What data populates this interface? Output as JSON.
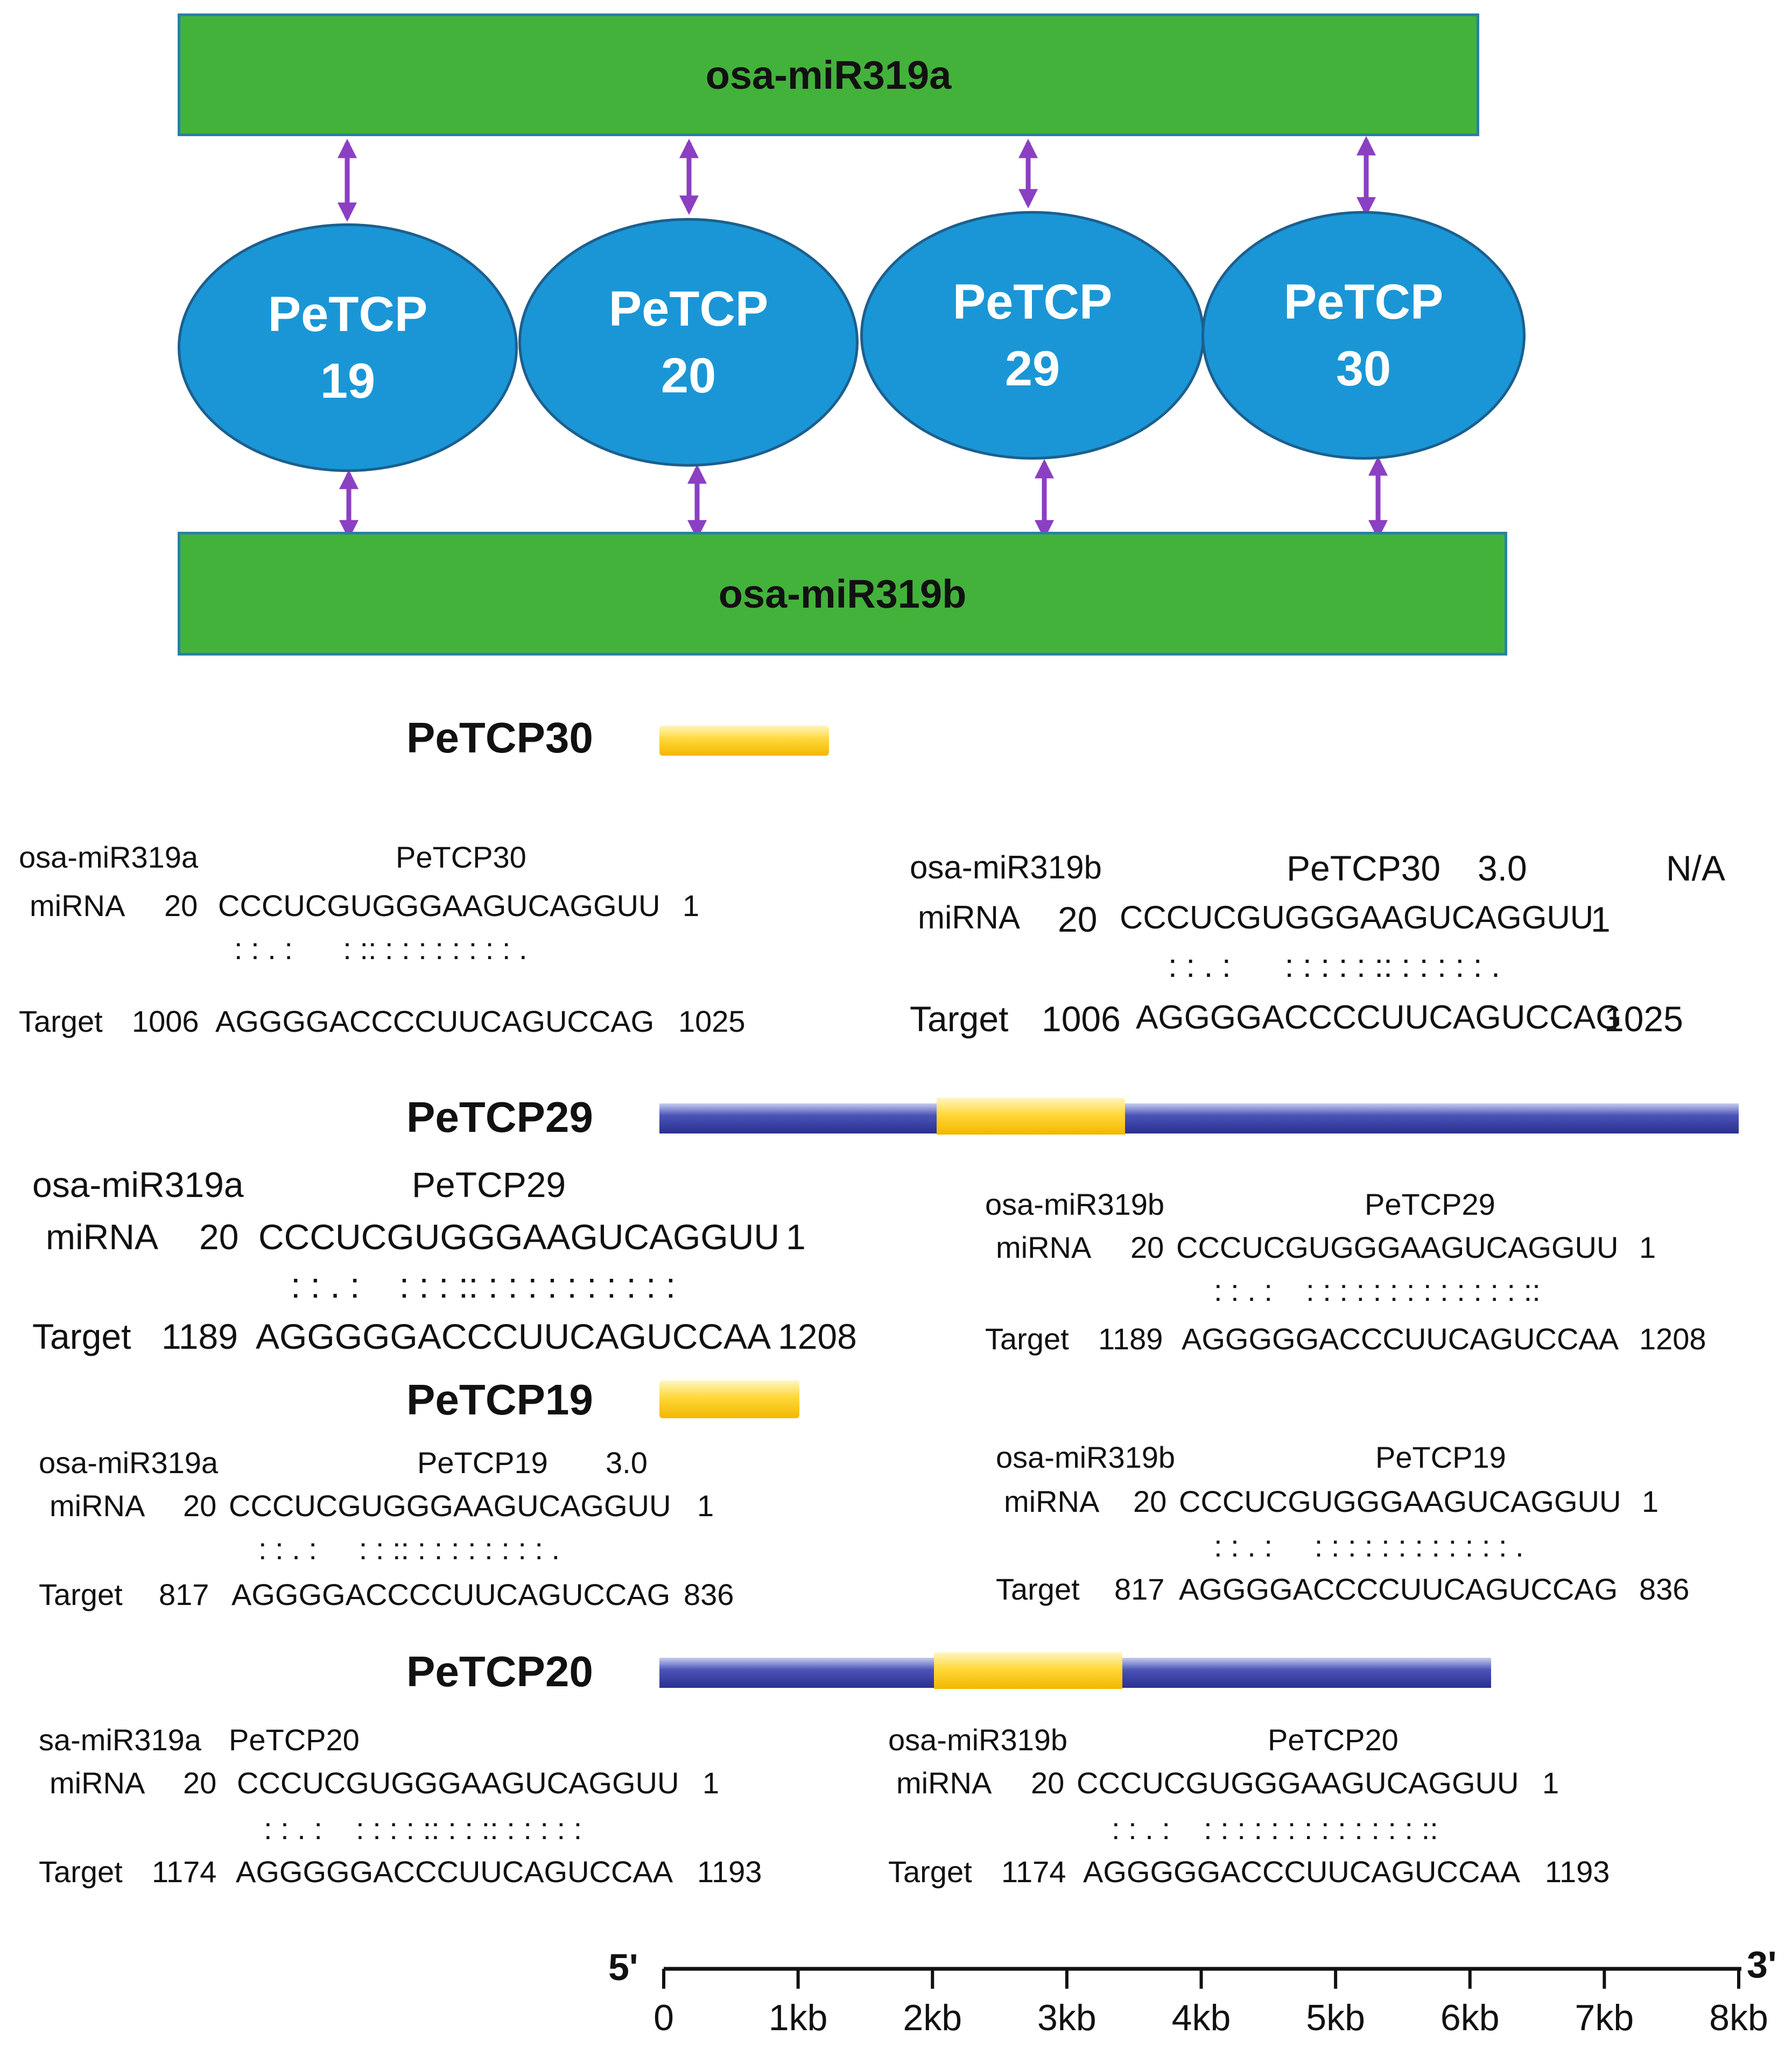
{
  "network": {
    "mirna_top": "osa-miR319a",
    "mirna_bottom": "osa-miR319b",
    "nodes": [
      {
        "name": "PeTCP",
        "number": "19"
      },
      {
        "name": "PeTCP",
        "number": "20"
      },
      {
        "name": "PeTCP",
        "number": "29"
      },
      {
        "name": "PeTCP",
        "number": "30"
      }
    ],
    "arrow_color": "#8b3fc2"
  },
  "colors": {
    "mirna_bar": "#43b23b",
    "node": "#1a96d6",
    "exon": "#ffd83a",
    "gene_body": "#2a2f8f"
  },
  "genes": [
    {
      "title": "PeTCP30",
      "left": {
        "mirna": "osa-miR319a",
        "target": "PeTCP30",
        "score": "",
        "extra": "",
        "mirna_label": "miRNA",
        "mirna_start": "20",
        "mirna_seq": "CCCUCGUGGGAAGUCAGGUU",
        "mirna_end": "1",
        "match": ": : . :      : :: : : : : : : : : .",
        "target_label": "Target",
        "target_start": "1006",
        "target_seq": "AGGGGACCCCUUCAGUCCAG",
        "target_end": "1025"
      },
      "right": {
        "mirna": "osa-miR319b",
        "target": "PeTCP30",
        "score": "3.0",
        "extra": "N/A",
        "mirna_label": "miRNA",
        "mirna_start": "20",
        "mirna_seq": "CCCUCGUGGGAAGUCAGGUU",
        "mirna_end": "1",
        "match": ": : . :      : : : : : :: : : : : : .",
        "target_label": "Target",
        "target_start": "1006",
        "target_seq": "AGGGGACCCCUUCAGUCCAG",
        "target_end": "1025"
      }
    },
    {
      "title": "PeTCP29",
      "left": {
        "mirna": "osa-miR319a",
        "target": "PeTCP29",
        "score": "",
        "extra": "",
        "mirna_label": "miRNA",
        "mirna_start": "20",
        "mirna_seq": "CCCUCGUGGGAAGUCAGGUU",
        "mirna_end": "1",
        "match": ": : . :    : : : :: : : : : : : : : : :",
        "target_label": "Target",
        "target_start": "1189",
        "target_seq": "AGGGGGACCCUUCAGUCCAA",
        "target_end": "1208"
      },
      "right": {
        "mirna": "osa-miR319b",
        "target": "PeTCP29",
        "score": "",
        "extra": "",
        "mirna_label": "miRNA",
        "mirna_start": "20",
        "mirna_seq": "CCCUCGUGGGAAGUCAGGUU",
        "mirna_end": "1",
        "match": ": : . :    : : : : : : : : : : : : : ::",
        "target_label": "Target",
        "target_start": "1189",
        "target_seq": "AGGGGGACCCUUCAGUCCAA",
        "target_end": "1208"
      }
    },
    {
      "title": "PeTCP19",
      "left": {
        "mirna": "osa-miR319a",
        "target": "PeTCP19",
        "score": "3.0",
        "extra": "",
        "mirna_label": "miRNA",
        "mirna_start": "20",
        "mirna_seq": "CCCUCGUGGGAAGUCAGGUU",
        "mirna_end": "1",
        "match": ": : . :     : : :: : : : : : : : : .",
        "target_label": "Target",
        "target_start": "817",
        "target_seq": "AGGGGACCCCUUCAGUCCAG",
        "target_end": "836"
      },
      "right": {
        "mirna": "osa-miR319b",
        "target": "PeTCP19",
        "score": "",
        "extra": "",
        "mirna_label": "miRNA",
        "mirna_start": "20",
        "mirna_seq": "CCCUCGUGGGAAGUCAGGUU",
        "mirna_end": "1",
        "match": ": : . :     : : : : : : : : : : : : .",
        "target_label": "Target",
        "target_start": "817",
        "target_seq": "AGGGGACCCCUUCAGUCCAG",
        "target_end": "836"
      }
    },
    {
      "title": "PeTCP20",
      "left": {
        "mirna": "sa-miR319a",
        "target": "PeTCP20",
        "score": "",
        "extra": "",
        "mirna_label": "miRNA",
        "mirna_start": "20",
        "mirna_seq": "CCCUCGUGGGAAGUCAGGUU",
        "mirna_end": "1",
        "match": ": : . :    : : : : :: : : :: : : : : :",
        "target_label": "Target",
        "target_start": "1174",
        "target_seq": "AGGGGGACCCUUCAGUCCAA",
        "target_end": "1193"
      },
      "right": {
        "mirna": "osa-miR319b",
        "target": "PeTCP20",
        "score": "",
        "extra": "",
        "mirna_label": "miRNA",
        "mirna_start": "20",
        "mirna_seq": "CCCUCGUGGGAAGUCAGGUU",
        "mirna_end": "1",
        "match": ": : . :    : : : : : : : : : : : : : ::",
        "target_label": "Target",
        "target_start": "1174",
        "target_seq": "AGGGGGACCCUUCAGUCCAA",
        "target_end": "1193"
      }
    }
  ],
  "scale": {
    "five_prime": "5'",
    "three_prime": "3'",
    "ticks": [
      "0",
      "1kb",
      "2kb",
      "3kb",
      "4kb",
      "5kb",
      "6kb",
      "7kb",
      "8kb"
    ]
  }
}
